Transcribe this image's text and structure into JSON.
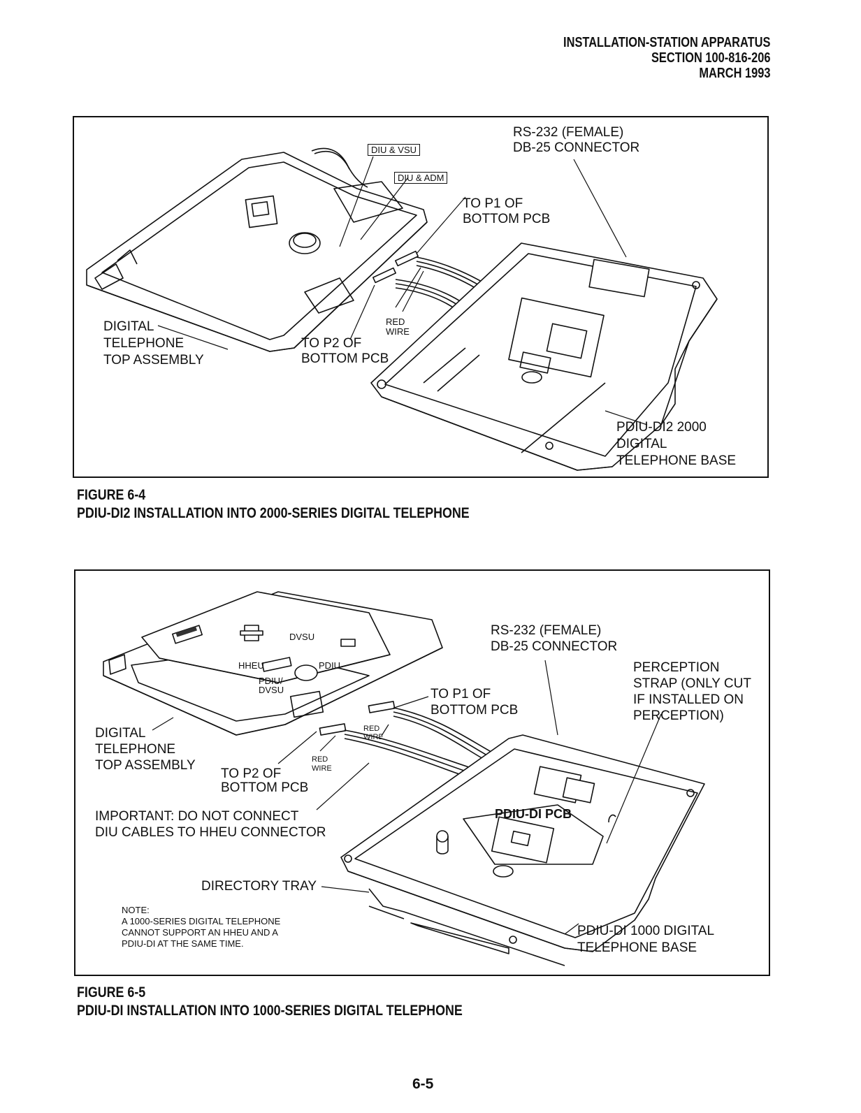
{
  "header": {
    "line1": "INSTALLATION-STATION APPARATUS",
    "line2": "SECTION 100-816-206",
    "line3": "MARCH 1993"
  },
  "figure1": {
    "labels": {
      "diu_vsu": "DIU & VSU",
      "diu_adm": "DIU & ADM",
      "rs232_1": "RS-232 (FEMALE)",
      "rs232_2": "DB-25 CONNECTOR",
      "p1_1": "TO P1 OF",
      "p1_2": "BOTTOM  PCB",
      "red_1": "RED",
      "red_2": "WIRE",
      "top_1": "DIGITAL",
      "top_2": "TELEPHONE",
      "top_3": "TOP ASSEMBLY",
      "p2_1": "TO P2 OF",
      "p2_2": "BOTTOM PCB",
      "base_1": "PDIU-DI2 2000",
      "base_2": "DIGITAL",
      "base_3": "TELEPHONE BASE"
    },
    "caption_num": "FIGURE 6-4",
    "caption_title": "PDIU-DI2 INSTALLATION INTO 2000-SERIES DIGITAL TELEPHONE"
  },
  "figure2": {
    "labels": {
      "dvsu": "DVSU",
      "hheu": "HHEU",
      "pdiu": "PDIU",
      "pdiu_dvsu_1": "PDIU/",
      "pdiu_dvsu_2": "DVSU",
      "rs232_1": "RS-232 (FEMALE)",
      "rs232_2": "DB-25 CONNECTOR",
      "perc_1": "PERCEPTION",
      "perc_2": "STRAP (ONLY CUT",
      "perc_3": "IF INSTALLED ON",
      "perc_4": "PERCEPTION)",
      "p1_1": "TO P1 OF",
      "p1_2": "BOTTOM  PCB",
      "redA_1": "RED",
      "redA_2": "WIRE",
      "redB_1": "RED",
      "redB_2": "WIRE",
      "top_1": "DIGITAL",
      "top_2": "TELEPHONE",
      "top_3": "TOP ASSEMBLY",
      "p2_1": "TO P2 OF",
      "p2_2": "BOTTOM PCB",
      "imp_1": "IMPORTANT: DO NOT CONNECT",
      "imp_2": "DIU CABLES TO HHEU CONNECTOR",
      "pcb": "PDIU-DI PCB",
      "tray": "DIRECTORY TRAY",
      "note_1": "NOTE:",
      "note_2": "A 1000-SERIES DIGITAL TELEPHONE",
      "note_3": "CANNOT SUPPORT AN HHEU AND A",
      "note_4": "PDIU-DI AT THE SAME TIME.",
      "base_1": "PDIU-DI 1000 DIGITAL",
      "base_2": "TELEPHONE BASE"
    },
    "caption_num": "FIGURE 6-5",
    "caption_title": "PDIU-DI INSTALLATION INTO 1000-SERIES DIGITAL TELEPHONE"
  },
  "page_number": "6-5"
}
